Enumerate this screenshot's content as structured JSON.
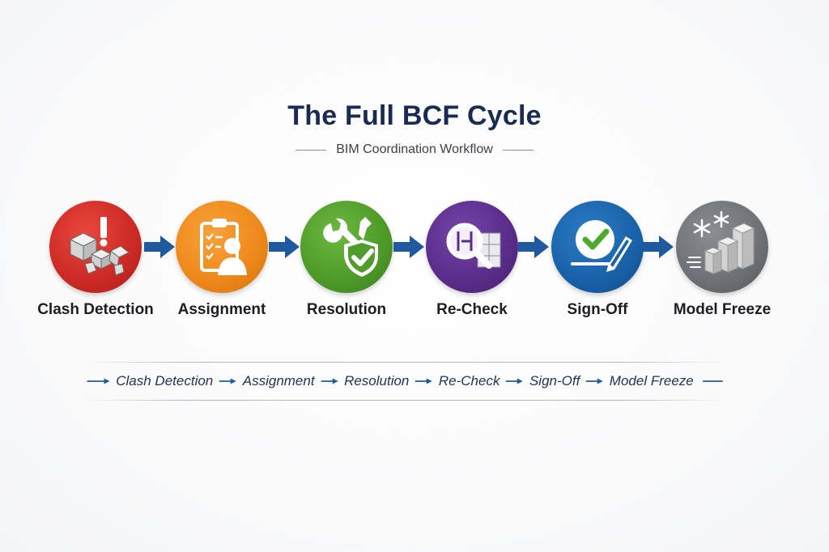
{
  "title": "The Full BCF Cycle",
  "subtitle": "BIM Coordination Workflow",
  "steps": [
    {
      "label": "Clash Detection",
      "color": "#cf2b26",
      "icon": "clash-blocks-icon"
    },
    {
      "label": "Assignment",
      "color": "#ef8a1c",
      "icon": "clipboard-person-icon"
    },
    {
      "label": "Resolution",
      "color": "#4f9c2a",
      "icon": "wrench-shield-check-icon"
    },
    {
      "label": "Re-Check",
      "color": "#5b2e8c",
      "icon": "magnifier-grid-icon"
    },
    {
      "label": "Sign-Off",
      "color": "#1a63ab",
      "icon": "check-pen-icon"
    },
    {
      "label": "Model Freeze",
      "color": "#6f7378",
      "icon": "snowflake-buildings-icon"
    }
  ],
  "strip": {
    "items": [
      "Clash Detection",
      "Assignment",
      "Resolution",
      "Re-Check",
      "Sign-Off",
      "Model Freeze"
    ]
  },
  "colors": {
    "title": "#1a2b53",
    "arrow": "#1f5aa0"
  }
}
